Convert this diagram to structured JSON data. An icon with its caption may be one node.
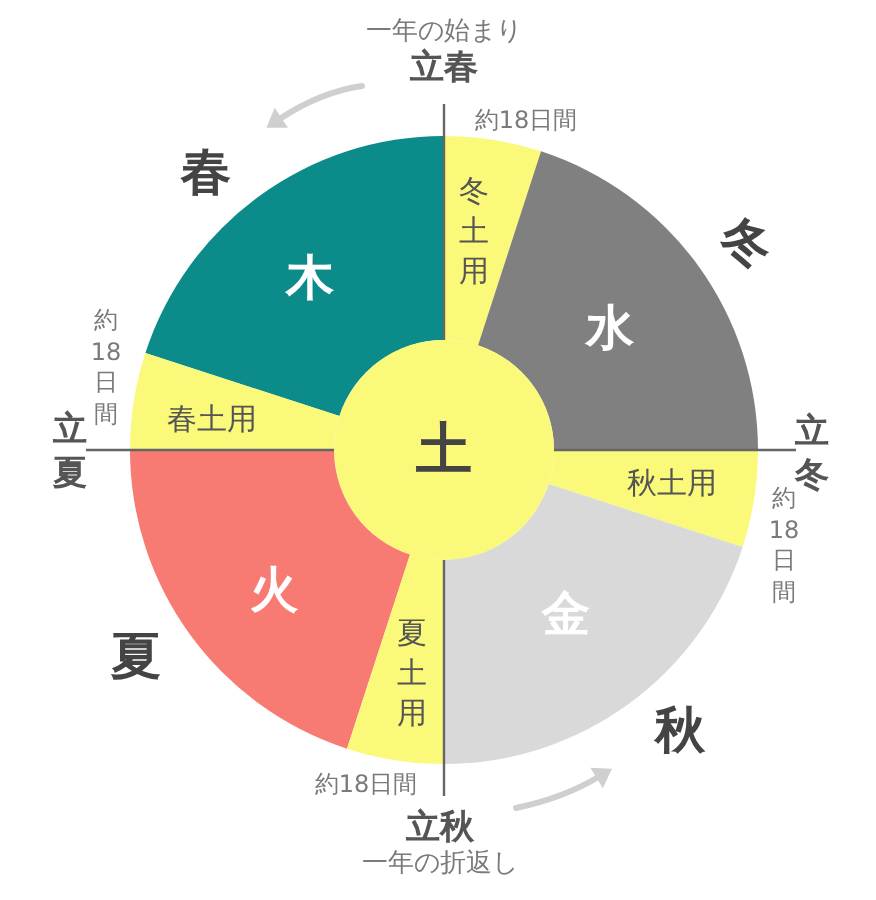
{
  "diagram": {
    "nodes": [
      {
        "text": [
          "木"
        ]
      },
      {
        "text": [
          "冬土用"
        ],
        "beside": [
          "約18日間"
        ]
      },
      {
        "text": [
          "水"
        ]
      },
      {
        "text": [
          "春土用"
        ],
        "beside": [
          "約18日間"
        ]
      },
      {
        "text": [
          "土"
        ]
      },
      {
        "text": [
          "秋土用"
        ],
        "beside": [
          "約18日間"
        ]
      },
      {
        "text": [
          "火"
        ]
      },
      {
        "text": [
          "夏土用"
        ],
        "beside": [
          "約18日間"
        ]
      },
      {
        "text": [
          "金"
        ]
      }
    ],
    "labels": [
      "一年の始まり",
      "立春",
      "春",
      "冬",
      "立夏",
      "立冬",
      "夏",
      "秋",
      "立秋",
      "一年の折返し"
    ]
  }
}
